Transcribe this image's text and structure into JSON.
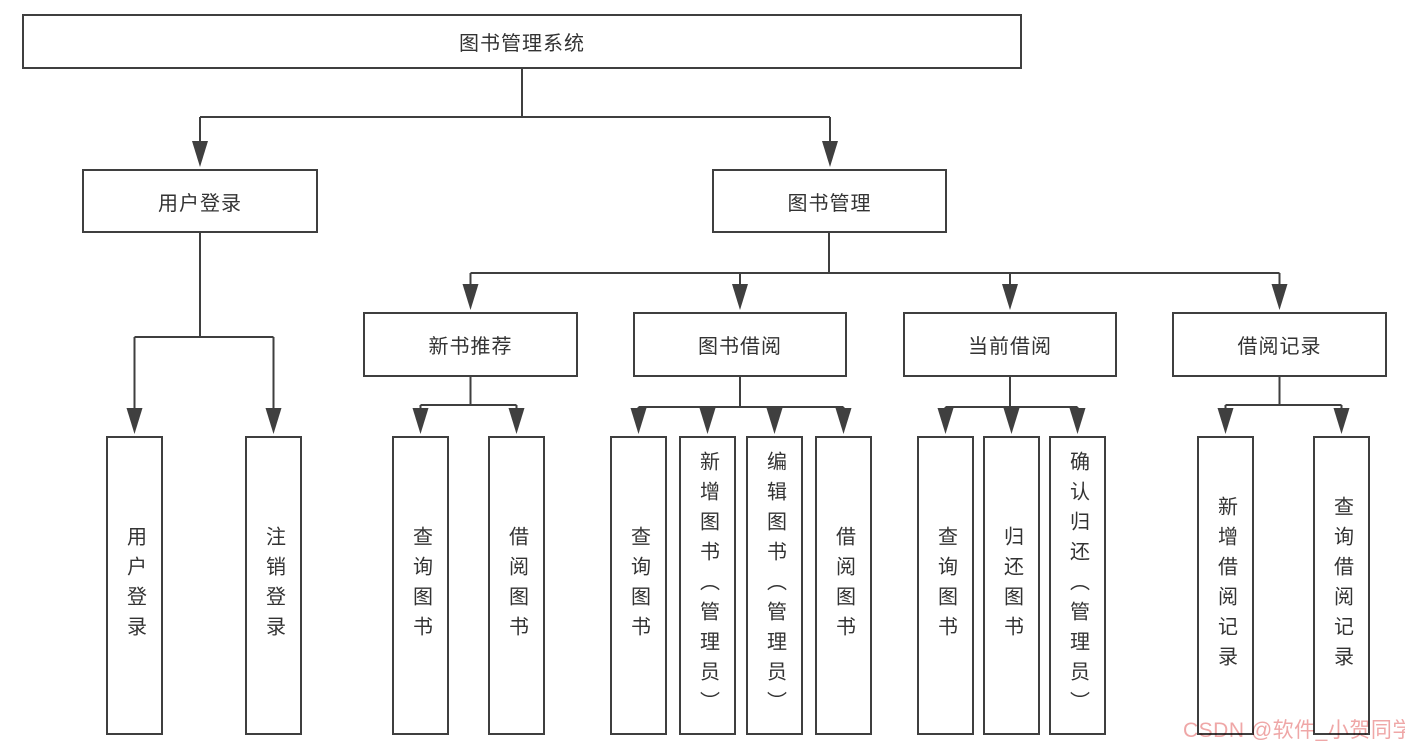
{
  "tree": {
    "root": {
      "label": "图书管理系统"
    },
    "user": {
      "label": "用户登录",
      "children": [
        {
          "label": "用户登录"
        },
        {
          "label": "注销登录"
        }
      ]
    },
    "books": {
      "label": "图书管理",
      "sections": [
        {
          "label": "新书推荐",
          "children": [
            {
              "label": "查询图书"
            },
            {
              "label": "借阅图书"
            }
          ]
        },
        {
          "label": "图书借阅",
          "children": [
            {
              "label": "查询图书"
            },
            {
              "label": "新增图书（管理员）"
            },
            {
              "label": "编辑图书（管理员）"
            },
            {
              "label": "借阅图书"
            }
          ]
        },
        {
          "label": "当前借阅",
          "children": [
            {
              "label": "查询图书"
            },
            {
              "label": "归还图书"
            },
            {
              "label": "确认归还（管理员）"
            }
          ]
        },
        {
          "label": "借阅记录",
          "children": [
            {
              "label": "新增借阅记录"
            },
            {
              "label": "查询借阅记录"
            }
          ]
        }
      ]
    }
  },
  "watermark": {
    "text": "CSDN @软件_小贺同学",
    "color": "#efa7a7"
  },
  "colors": {
    "line": "#3f3f3f",
    "text": "#333333",
    "background": "#ffffff"
  }
}
